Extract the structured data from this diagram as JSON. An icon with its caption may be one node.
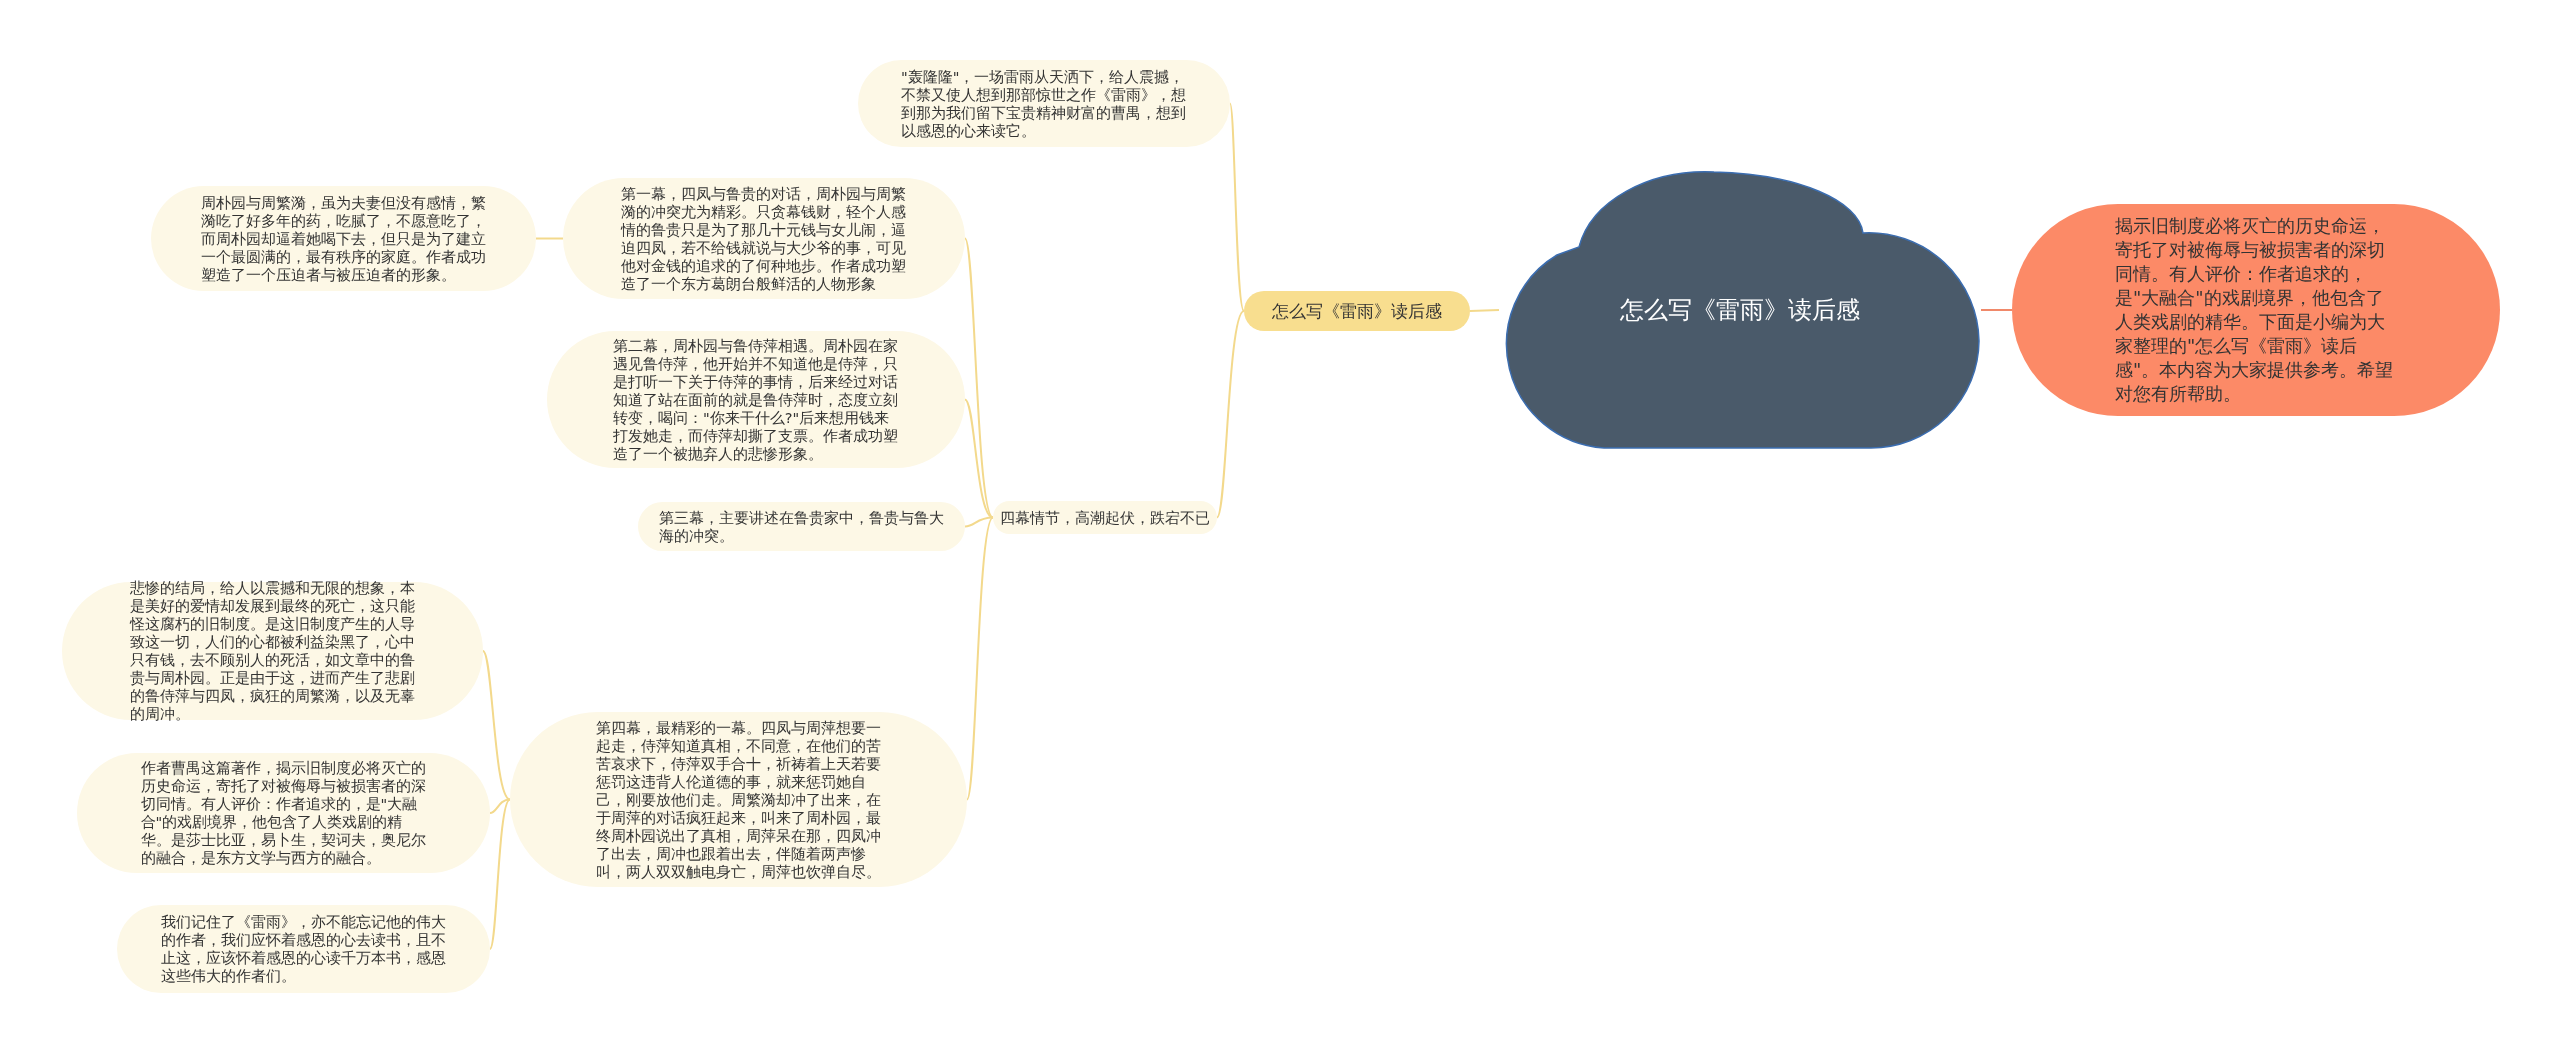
{
  "diagram": {
    "nodes": [
      {
        "text": [
          "怎么写《雷雨》读后感"
        ]
      },
      {
        "text": [
          "揭示旧制度必将灭亡的历史命运，寄托了对被侮辱与被损害者的深切同情。有人评价：作者追求的，是\"大融合\"的戏剧境界，他包含了人类戏剧的精华。下面是小编为大家整理的\"怎么写《雷雨》读后感\"。本内容为大家提供参考。希望对您有所帮助。"
        ]
      },
      {
        "text": [
          "怎么写《雷雨》读后感"
        ]
      },
      {
        "text": [
          "\"轰隆隆\"，一场雷雨从天洒下，给人震撼，不禁又使人想到那部惊世之作《雷雨》，想到那为我们留下宝贵精神财富的曹禺，想到以感恩的心来读它。"
        ]
      },
      {
        "text": [
          "四幕情节，高潮起伏，跌宕不已"
        ]
      },
      {
        "text": [
          "第一幕，四凤与鲁贵的对话，周朴园与周繁漪的冲突尤为精彩。只贪幕钱财，轻个人感情的鲁贵只是为了那几十元钱与女儿闹，逼迫四凤，若不给钱就说与大少爷的事，可见他对金钱的追求的了何种地步。作者成功塑造了一个东方葛朗台般鲜活的人物形象"
        ]
      },
      {
        "text": [
          "周朴园与周繁漪，虽为夫妻但没有感情，繁漪吃了好多年的药，吃腻了，不愿意吃了，而周朴园却逼着她喝下去，但只是为了建立一个最圆满的，最有秩序的家庭。作者成功塑造了一个压迫者与被压迫者的形象。"
        ]
      },
      {
        "text": [
          "第二幕，周朴园与鲁侍萍相遇。周朴园在家遇见鲁侍萍，他开始并不知道他是侍萍，只是打听一下关于侍萍的事情，后来经过对话知道了站在面前的就是鲁侍萍时，态度立刻转变，喝问：\"你来干什么?\"后来想用钱来打发她走，而侍萍却撕了支票。作者成功塑造了一个被抛弃人的悲惨形象。"
        ]
      },
      {
        "text": [
          "第三幕，主要讲述在鲁贵家中，鲁贵与鲁大海的冲突。"
        ]
      },
      {
        "text": [
          "第四幕，最精彩的一幕。四凤与周萍想要一起走，侍萍知道真相，不同意，在他们的苦苦哀求下，侍萍双手合十，祈祷着上天若要惩罚这违背人伦道德的事，就来惩罚她自己，刚要放他们走。周繁漪却冲了出来，在于周萍的对话疯狂起来，叫来了周朴园，最终周朴园说出了真相，周萍呆在那，四凤冲了出去，周冲也跟着出去，伴随着两声惨叫，两人双双触电身亡，周萍也饮弹自尽。"
        ]
      },
      {
        "text": [
          "悲惨的结局，给人以震撼和无限的想象，本是美好的爱情却发展到最终的死亡，这只能怪这腐朽的旧制度。是这旧制度产生的人导致这一切，人们的心都被利益染黑了，心中只有钱，去不顾别人的死活，如文章中的鲁贵与周朴园。正是由于这，进而产生了悲剧的鲁侍萍与四凤，疯狂的周繁漪，以及无辜的周冲。"
        ]
      },
      {
        "text": [
          "作者曹禺这篇著作，揭示旧制度必将灭亡的历史命运，寄托了对被侮辱与被损害者的深切同情。有人评价：作者追求的，是\"大融合\"的戏剧境界，他包含了人类戏剧的精华。是莎士比亚，易卜生，契诃夫，奥尼尔的融合，是东方文学与西方的融合。"
        ]
      },
      {
        "text": [
          "我们记住了《雷雨》，亦不能忘记他的伟大的作者，我们应怀着感恩的心去读书，且不止这，应该怀着感恩的心读千万本书，感恩这些伟大的作者们。"
        ]
      }
    ],
    "edges": [
      {
        "from": 0,
        "to": 1,
        "arrow": "none",
        "color": "#f0896a"
      },
      {
        "from": 0,
        "to": 2,
        "arrow": "none"
      },
      {
        "from": 2,
        "to": 3,
        "arrow": "none"
      },
      {
        "from": 2,
        "to": 4,
        "arrow": "none"
      },
      {
        "from": 4,
        "to": 5,
        "arrow": "none"
      },
      {
        "from": 5,
        "to": 6,
        "arrow": "none"
      },
      {
        "from": 4,
        "to": 7,
        "arrow": "none"
      },
      {
        "from": 4,
        "to": 8,
        "arrow": "none"
      },
      {
        "from": 4,
        "to": 9,
        "arrow": "none"
      },
      {
        "from": 9,
        "to": 10,
        "arrow": "none"
      },
      {
        "from": 9,
        "to": 11,
        "arrow": "none"
      },
      {
        "from": 9,
        "to": 12,
        "arrow": "none"
      }
    ]
  }
}
